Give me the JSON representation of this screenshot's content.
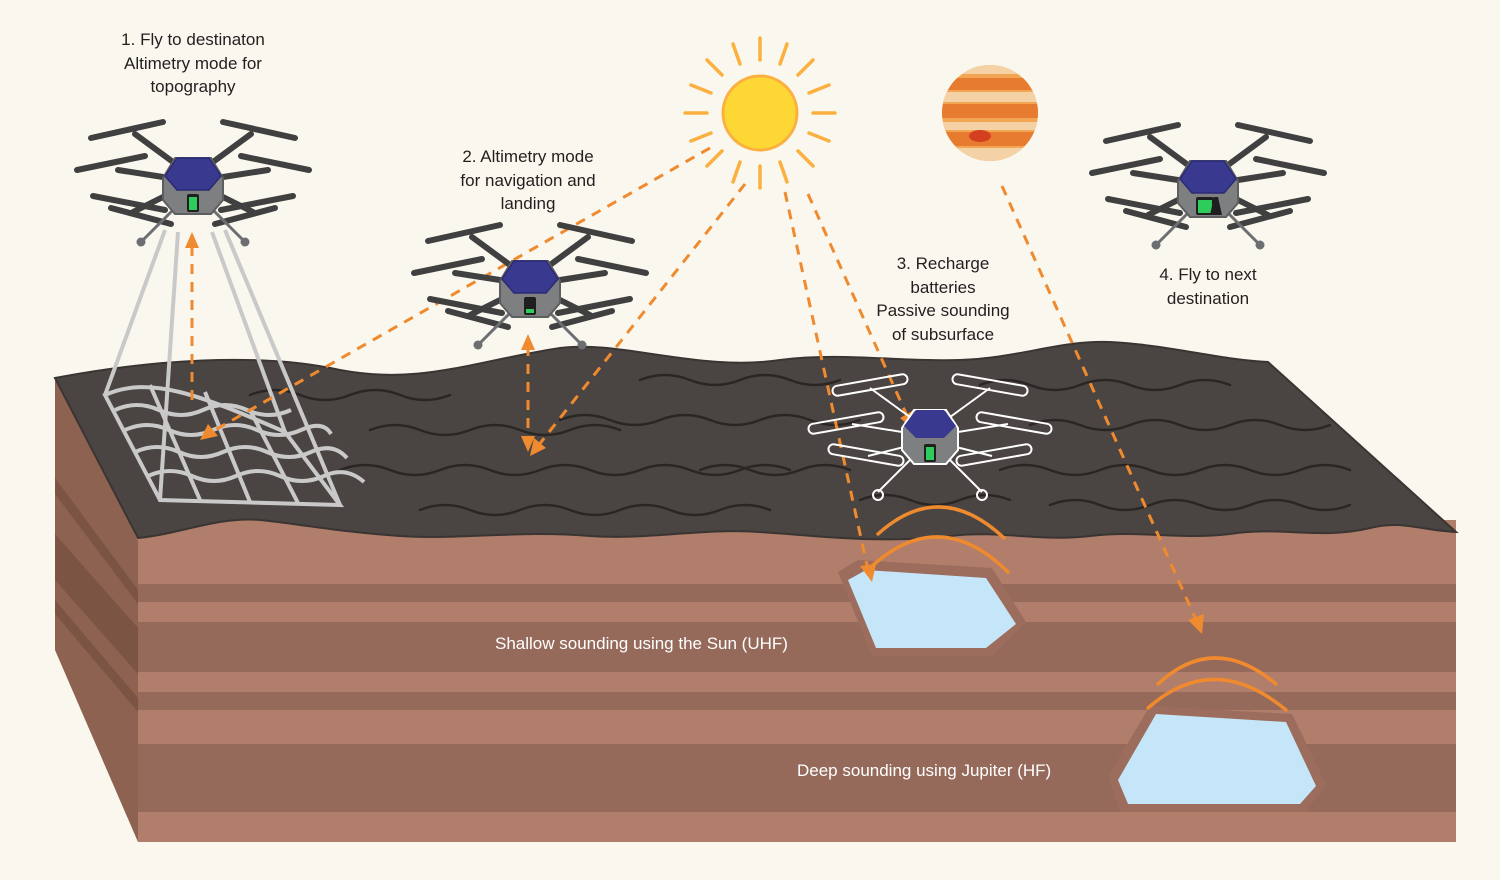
{
  "steps": {
    "step1": {
      "lines": [
        "1. Fly to destinaton",
        "Altimetry mode for",
        "topography"
      ]
    },
    "step2": {
      "lines": [
        "2. Altimetry mode",
        "for navigation and",
        "landing"
      ]
    },
    "step3": {
      "lines": [
        "3. Recharge",
        "batteries",
        "Passive sounding",
        "of subsurface"
      ]
    },
    "step4": {
      "lines": [
        "4. Fly to next",
        "destination"
      ]
    }
  },
  "subsurface": {
    "shallow": "Shallow sounding using the Sun (UHF)",
    "deep": "Deep sounding using Jupiter (HF)"
  },
  "colors": {
    "background": "#f9f7ee",
    "surface": "#4a4542",
    "soil_light": "#b07e6b",
    "soil_dark": "#966a5b",
    "soil_side": "#8e6251",
    "ice": "#c5e5f8",
    "signal": "#f08a2e",
    "drone_body": "#7e7f80",
    "drone_top": "#3a3990",
    "battery": "#2ecc5a",
    "sun": "#fdd835",
    "sun_rays": "#fbb040"
  },
  "icons": [
    "drone-icon",
    "battery-icon",
    "sun-icon",
    "jupiter-icon",
    "scan-grid-icon",
    "ice-pocket-icon"
  ]
}
